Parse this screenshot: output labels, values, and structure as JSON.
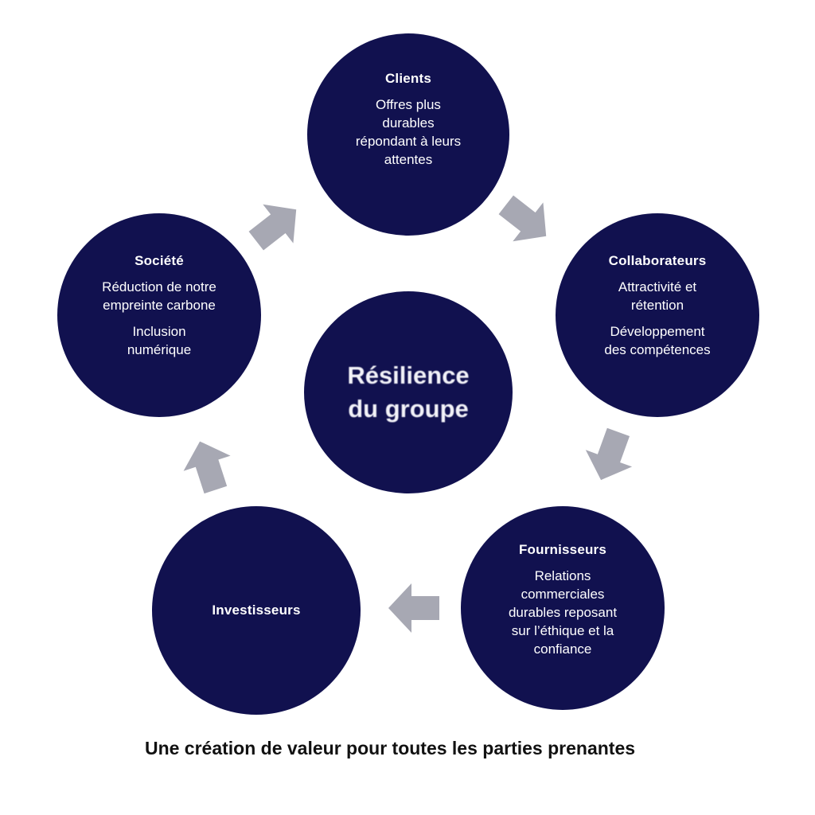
{
  "diagram": {
    "center": {
      "lines": [
        "Résilience",
        "du groupe"
      ]
    },
    "nodes": [
      {
        "key": "clients",
        "title": "Clients",
        "descriptions": [
          [
            "Offres plus",
            "durables",
            "répondant à leurs",
            "attentes"
          ]
        ]
      },
      {
        "key": "collaborateurs",
        "title": "Collaborateurs",
        "descriptions": [
          [
            "Attractivité et",
            "rétention"
          ],
          [
            "Développement",
            "des compétences"
          ]
        ]
      },
      {
        "key": "fournisseurs",
        "title": "Fournisseurs",
        "descriptions": [
          [
            "Relations",
            "commerciales",
            "durables reposant",
            "sur l’éthique et la",
            "confiance"
          ]
        ]
      },
      {
        "key": "investisseurs",
        "title": "Investisseurs",
        "descriptions": []
      },
      {
        "key": "societe",
        "title": "Société",
        "descriptions": [
          [
            "Réduction de notre",
            "empreinte carbone"
          ],
          [
            "Inclusion",
            "numérique"
          ]
        ]
      }
    ],
    "colors": {
      "node_fill": "#11114f",
      "node_text": "#ffffff",
      "arrow_fill": "#a7a8b3",
      "caption_text": "#111111"
    },
    "caption": "Une création de valeur pour toutes les parties prenantes"
  }
}
